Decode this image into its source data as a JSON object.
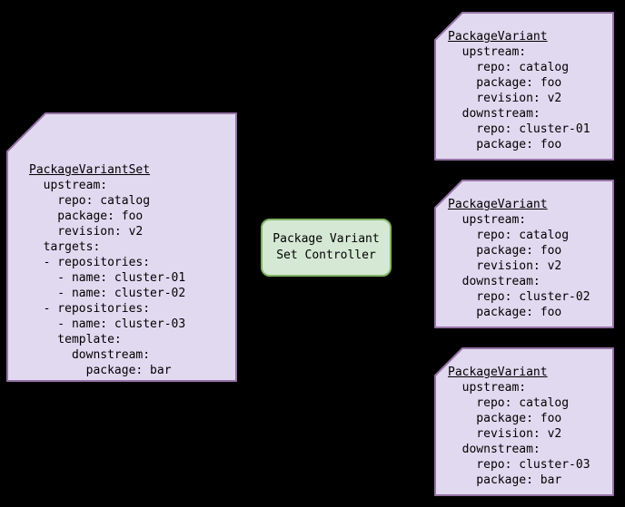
{
  "colors": {
    "background": "#000000",
    "note-fill": "#e1d9f0",
    "note-border": "#9673a6",
    "controller-fill": "#d5e8d4",
    "controller-border": "#82b366",
    "text": "#000000"
  },
  "controller": {
    "label": "Package Variant\nSet Controller"
  },
  "package_variant_set": {
    "title": "PackageVariantSet",
    "body": "  upstream:\n    repo: catalog\n    package: foo\n    revision: v2\n  targets:\n  - repositories:\n    - name: cluster-01\n    - name: cluster-02\n  - repositories:\n    - name: cluster-03\n    template:\n      downstream:\n        package: bar"
  },
  "package_variants": [
    {
      "title": "PackageVariant",
      "body": "  upstream:\n    repo: catalog\n    package: foo\n    revision: v2\n  downstream:\n    repo: cluster-01\n    package: foo"
    },
    {
      "title": "PackageVariant",
      "body": "  upstream:\n    repo: catalog\n    package: foo\n    revision: v2\n  downstream:\n    repo: cluster-02\n    package: foo"
    },
    {
      "title": "PackageVariant",
      "body": "  upstream:\n    repo: catalog\n    package: foo\n    revision: v2\n  downstream:\n    repo: cluster-03\n    package: bar"
    }
  ]
}
